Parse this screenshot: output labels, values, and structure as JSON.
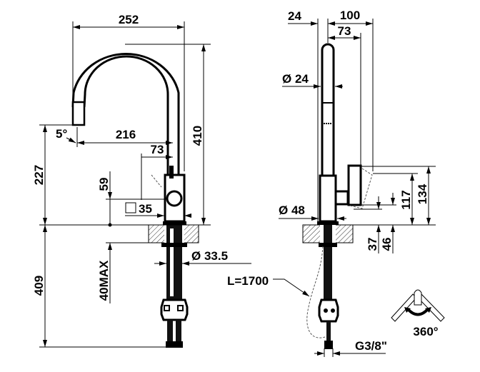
{
  "title": "Kitchen mixer with pull-out spout - technical drawing",
  "front_view": {
    "width_total": "252",
    "height_total": "410",
    "spout_reach": "216",
    "handle_offset": "73",
    "spout_height": "227",
    "handle_height": "59",
    "base_square": "35",
    "spout_angle": "5°",
    "below_counter": "409",
    "counter_max": "40MAX",
    "shank_diameter": "Ø 33.5"
  },
  "side_view": {
    "base_offset": "24",
    "depth_total": "100",
    "handle_depth": "73",
    "spout_diameter": "Ø 24",
    "body_diameter": "Ø 48",
    "handle_height_low": "117",
    "handle_height_high": "134",
    "connector_height_a": "37",
    "connector_height_b": "46",
    "hose_length": "L=1700",
    "thread": "G3/8\""
  },
  "rotation": {
    "label": "360°"
  }
}
